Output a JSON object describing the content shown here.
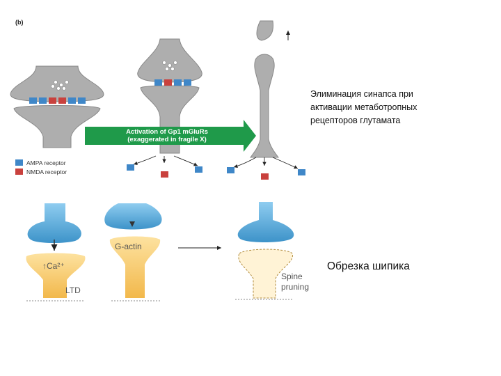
{
  "top_panel": {
    "panel_label": "(b)",
    "arrow_line1": "Activation of Gp1 mGluRs",
    "arrow_line2": "(exaggerated in fragile X)",
    "legend_ampa": "AMPA receptor",
    "legend_nmda": "NMDA receptor",
    "caption": "Элиминация синапса при активации метаботропных рецепторов глутамата",
    "colors": {
      "grey": "#aeaeae",
      "green": "#1f9a4a",
      "ampa": "#3f87c8",
      "nmda": "#c9413d"
    }
  },
  "bottom_panel": {
    "label_ca": "↑Ca²⁺",
    "label_ltd": "LTD",
    "label_gactin": "G-actin",
    "label_spine": "Spine",
    "label_pruning": "pruning",
    "caption": "Обрезка шипика",
    "colors": {
      "blue": "#5aaedc",
      "orange": "#f7c765"
    }
  }
}
